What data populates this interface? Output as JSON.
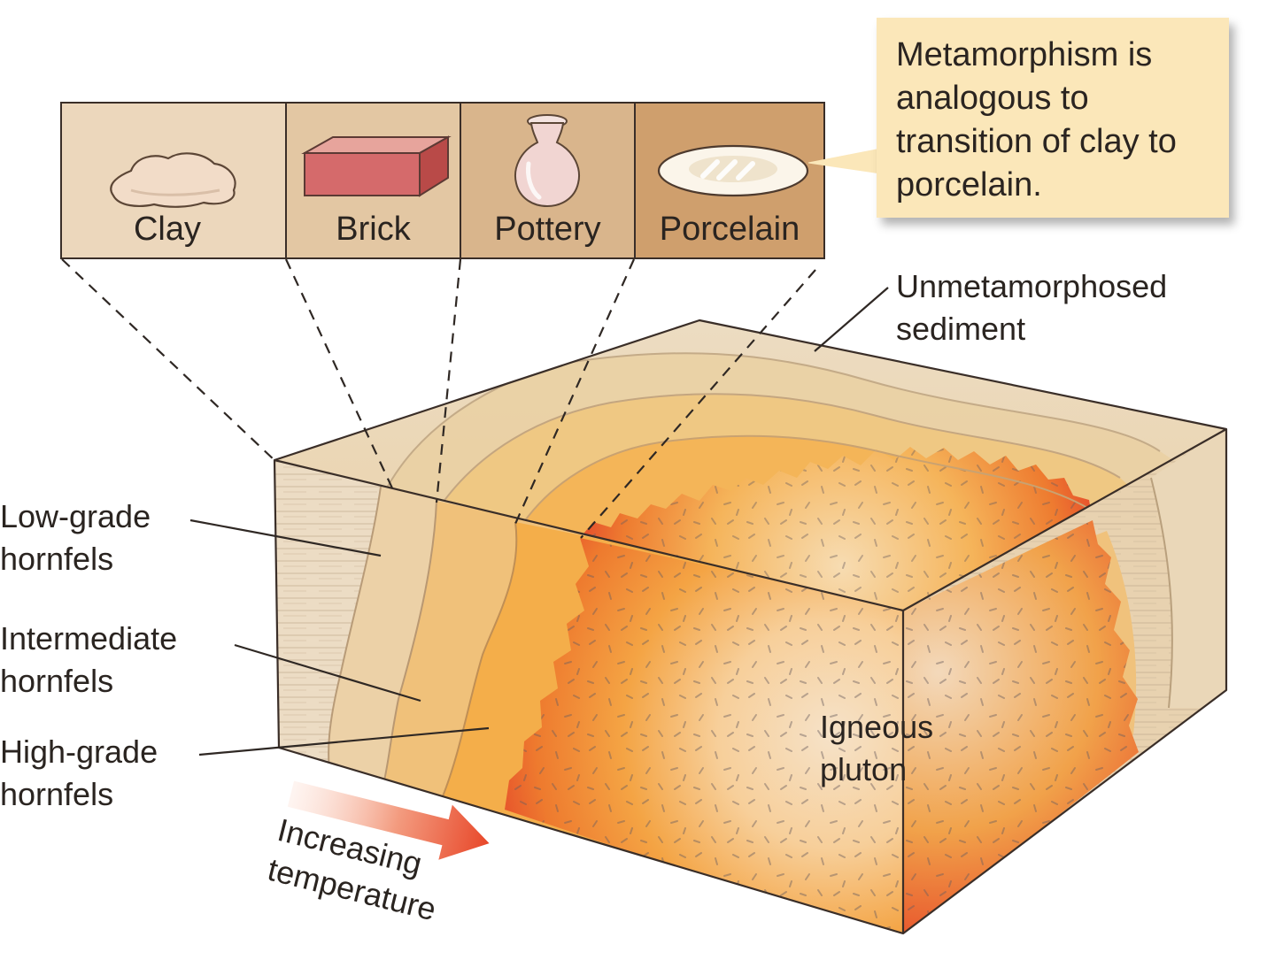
{
  "analogy": {
    "panels": [
      {
        "label": "Clay",
        "icon": "clay-icon",
        "color": "#ecd7bc"
      },
      {
        "label": "Brick",
        "icon": "brick-icon",
        "color": "#e3c7a3"
      },
      {
        "label": "Pottery",
        "icon": "pottery-icon",
        "color": "#d9b58c"
      },
      {
        "label": "Porcelain",
        "icon": "porcelain-icon",
        "color": "#cf9f6d"
      }
    ],
    "callout": "Metamorphism is analogous to transition of clay to porcelain."
  },
  "labels": {
    "unmetamorphosed": [
      "Unmetamorphosed",
      "sediment"
    ],
    "low_grade": [
      "Low-grade",
      "hornfels"
    ],
    "intermediate": [
      "Intermediate",
      "hornfels"
    ],
    "high_grade": [
      "High-grade",
      "hornfels"
    ],
    "pluton": [
      "Igneous",
      "pluton"
    ],
    "temperature_arrow": [
      "Increasing",
      "temperature"
    ]
  },
  "colors": {
    "sediment": "#e9d3b0",
    "low_grade": "#edc98c",
    "intermediate": "#f2b85a",
    "high_grade": "#f49a2e",
    "pluton_rim": "#e0302a",
    "pluton_core": "#f5dcc0",
    "arrow": "#e84a2c"
  }
}
